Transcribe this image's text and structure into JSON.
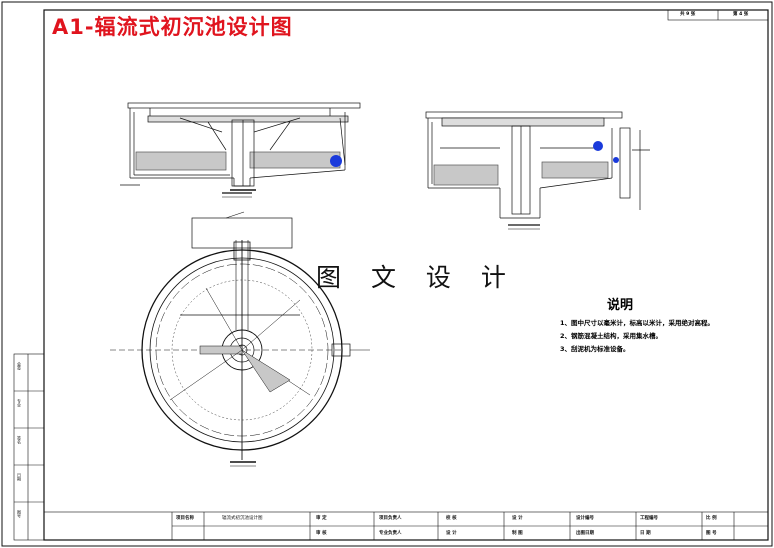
{
  "title": "A1-辐流式初沉池设计图",
  "watermark": "图 文 设 计",
  "sheet": {
    "total": "共 9 张",
    "page": "第 4 张"
  },
  "notes": {
    "heading": "说明",
    "items": [
      "1、图中尺寸以毫米计，标高以米计，采用绝对高程。",
      "2、钢筋混凝土结构，采用集水槽。",
      "3、刮泥机为标准设备。"
    ]
  },
  "title_block": {
    "project_label": "项目名称",
    "drawing_name": "辐流式初沉池设计图",
    "cells": [
      "审 定",
      "审 核",
      "项目负责人",
      "专业负责人",
      "校 核",
      "设 计",
      "制 图",
      "设 计",
      "出图日期",
      "设计编号",
      "工程编号",
      "比 例",
      "图 号",
      "日 期"
    ]
  },
  "side_labels": [
    "会签",
    "专业",
    "签名",
    "日期",
    "图号"
  ],
  "colors": {
    "title": "#e0141e",
    "line": "#111111",
    "accent": "#1a3adb"
  }
}
